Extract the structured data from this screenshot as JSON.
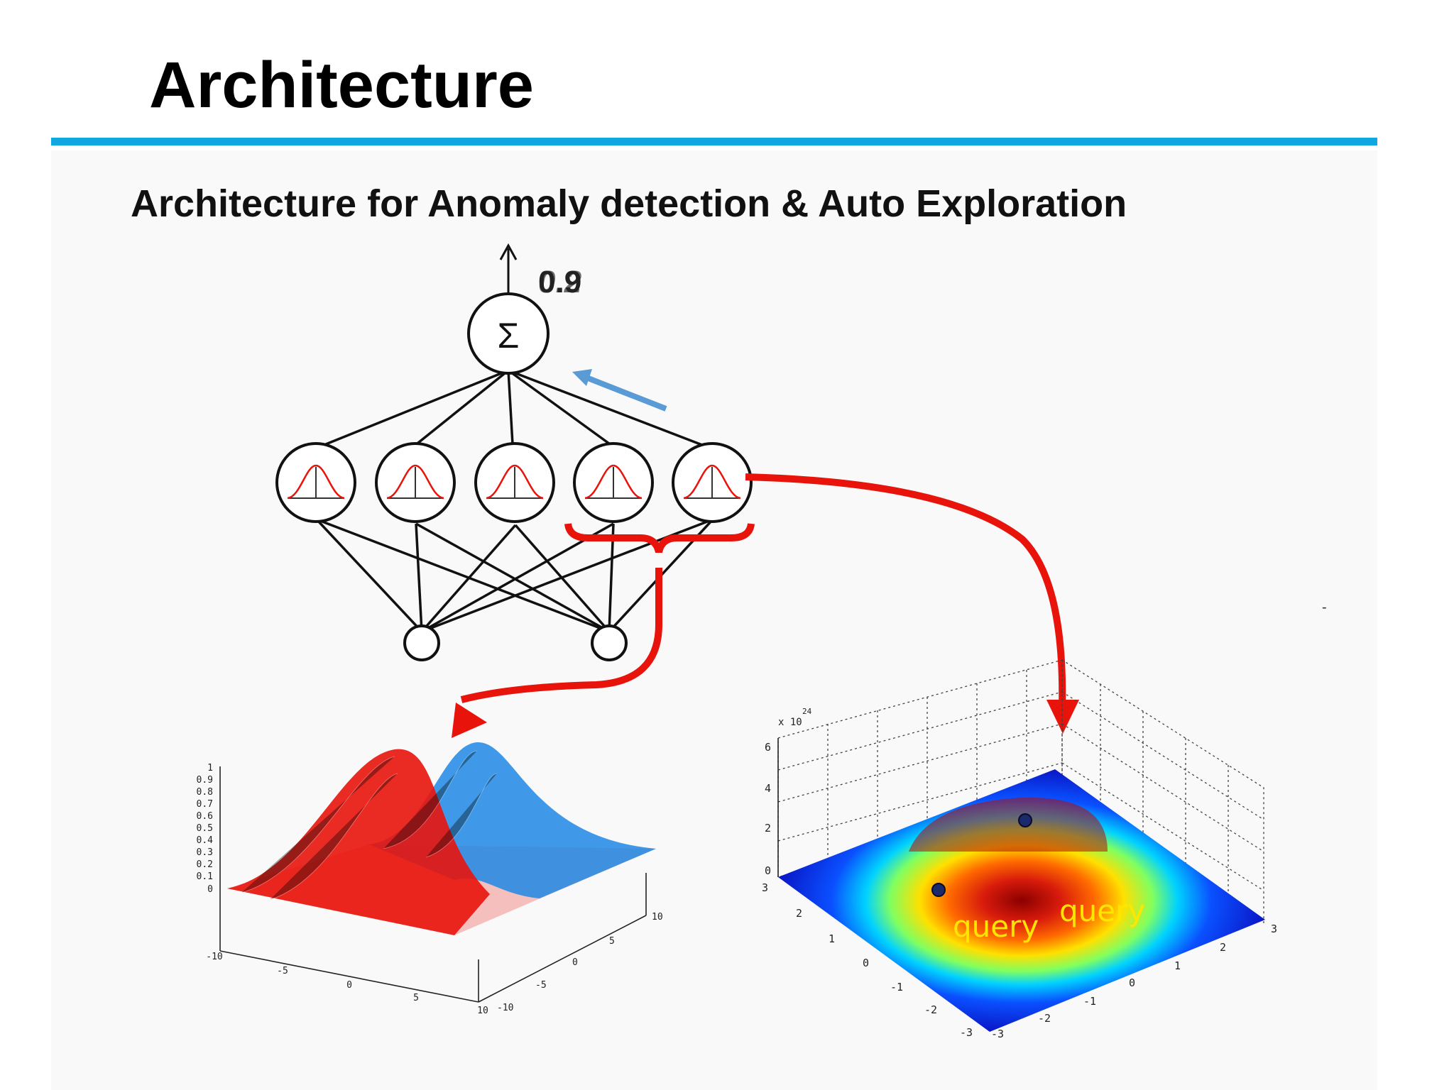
{
  "slide": {
    "title": "Architecture",
    "subtitle": "Architecture for Anomaly detection & Auto Exploration",
    "accent_color": "#12a7e0"
  },
  "network": {
    "output_value": "0.2",
    "output_value_overlay": "0.9",
    "sum_symbol": "Σ",
    "hidden_nodes": 5,
    "input_nodes": 2,
    "node_icon": "gaussian-curve-icon",
    "update_arrow_color": "#5b9bd5",
    "link_color": "#e8140c"
  },
  "plot_left": {
    "z_ticks": [
      "1",
      "0.9",
      "0.8",
      "0.7",
      "0.6",
      "0.5",
      "0.4",
      "0.3",
      "0.2",
      "0.1",
      "0"
    ],
    "x_ticks": [
      "-10",
      "-5",
      "0",
      "5",
      "10"
    ],
    "y_ticks": [
      "-10",
      "-5",
      "0",
      "5",
      "10"
    ],
    "series_colors": [
      "#e8140c",
      "#1e88e5"
    ]
  },
  "plot_right": {
    "exponent_label": "x 10",
    "exponent_power": "24",
    "z_ticks": [
      "6",
      "4",
      "2",
      "0"
    ],
    "x_ticks": [
      "3",
      "2",
      "1",
      "0",
      "-1",
      "-2",
      "-3"
    ],
    "y_ticks": [
      "-3",
      "-2",
      "-1",
      "0",
      "1",
      "2",
      "3"
    ],
    "query_labels": [
      "query",
      "query"
    ],
    "query_color": "#ffe600",
    "dash_mark": "-"
  }
}
